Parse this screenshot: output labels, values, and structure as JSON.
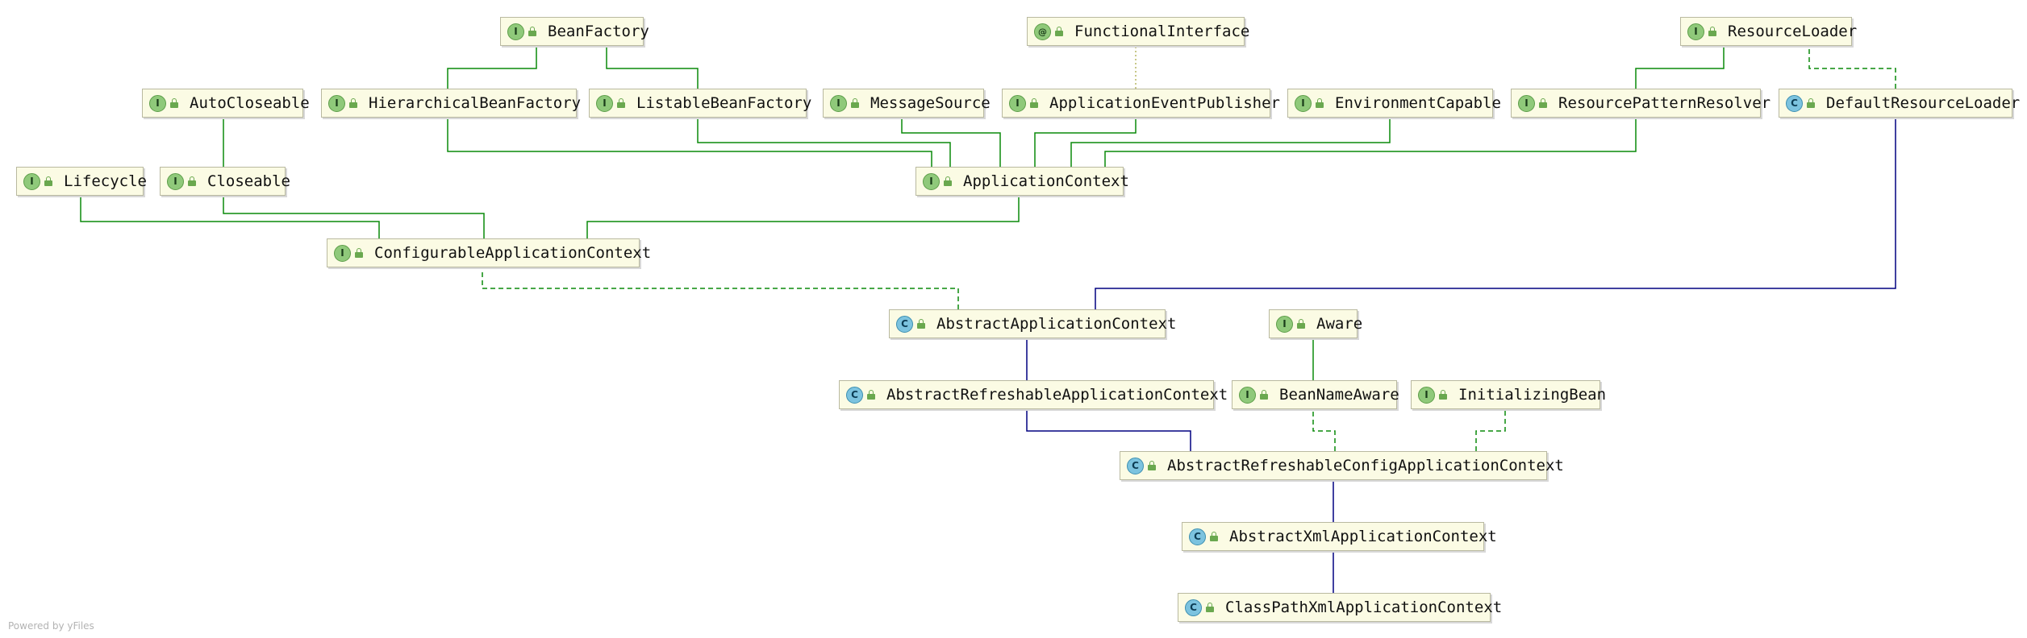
{
  "colors": {
    "inheritance": "#0a8a0a",
    "class_extension": "#000080",
    "annotation_link": "#b5b560",
    "node_fill": "#fbfbe4"
  },
  "nodes": [
    {
      "id": "BeanFactory",
      "label": "BeanFactory",
      "kind": "interface"
    },
    {
      "id": "FunctionalInterface",
      "label": "FunctionalInterface",
      "kind": "annotation"
    },
    {
      "id": "ResourceLoader",
      "label": "ResourceLoader",
      "kind": "interface"
    },
    {
      "id": "AutoCloseable",
      "label": "AutoCloseable",
      "kind": "interface"
    },
    {
      "id": "HierarchicalBeanFactory",
      "label": "HierarchicalBeanFactory",
      "kind": "interface"
    },
    {
      "id": "ListableBeanFactory",
      "label": "ListableBeanFactory",
      "kind": "interface"
    },
    {
      "id": "MessageSource",
      "label": "MessageSource",
      "kind": "interface"
    },
    {
      "id": "ApplicationEventPublisher",
      "label": "ApplicationEventPublisher",
      "kind": "interface"
    },
    {
      "id": "EnvironmentCapable",
      "label": "EnvironmentCapable",
      "kind": "interface"
    },
    {
      "id": "ResourcePatternResolver",
      "label": "ResourcePatternResolver",
      "kind": "interface"
    },
    {
      "id": "DefaultResourceLoader",
      "label": "DefaultResourceLoader",
      "kind": "class"
    },
    {
      "id": "Lifecycle",
      "label": "Lifecycle",
      "kind": "interface"
    },
    {
      "id": "Closeable",
      "label": "Closeable",
      "kind": "interface"
    },
    {
      "id": "ApplicationContext",
      "label": "ApplicationContext",
      "kind": "interface"
    },
    {
      "id": "ConfigurableApplicationContext",
      "label": "ConfigurableApplicationContext",
      "kind": "interface"
    },
    {
      "id": "AbstractApplicationContext",
      "label": "AbstractApplicationContext",
      "kind": "class"
    },
    {
      "id": "Aware",
      "label": "Aware",
      "kind": "interface"
    },
    {
      "id": "AbstractRefreshableApplicationContext",
      "label": "AbstractRefreshableApplicationContext",
      "kind": "class"
    },
    {
      "id": "BeanNameAware",
      "label": "BeanNameAware",
      "kind": "interface"
    },
    {
      "id": "InitializingBean",
      "label": "InitializingBean",
      "kind": "interface"
    },
    {
      "id": "AbstractRefreshableConfigApplicationContext",
      "label": "AbstractRefreshableConfigApplicationContext",
      "kind": "class"
    },
    {
      "id": "AbstractXmlApplicationContext",
      "label": "AbstractXmlApplicationContext",
      "kind": "class"
    },
    {
      "id": "ClassPathXmlApplicationContext",
      "label": "ClassPathXmlApplicationContext",
      "kind": "class"
    }
  ],
  "edges": [
    {
      "from": "HierarchicalBeanFactory",
      "to": "BeanFactory",
      "type": "extends-interface"
    },
    {
      "from": "ListableBeanFactory",
      "to": "BeanFactory",
      "type": "extends-interface"
    },
    {
      "from": "ResourcePatternResolver",
      "to": "ResourceLoader",
      "type": "extends-interface"
    },
    {
      "from": "DefaultResourceLoader",
      "to": "ResourceLoader",
      "type": "implements"
    },
    {
      "from": "ApplicationEventPublisher",
      "to": "FunctionalInterface",
      "type": "annotated"
    },
    {
      "from": "Closeable",
      "to": "AutoCloseable",
      "type": "extends-interface"
    },
    {
      "from": "ApplicationContext",
      "to": "HierarchicalBeanFactory",
      "type": "extends-interface"
    },
    {
      "from": "ApplicationContext",
      "to": "ListableBeanFactory",
      "type": "extends-interface"
    },
    {
      "from": "ApplicationContext",
      "to": "MessageSource",
      "type": "extends-interface"
    },
    {
      "from": "ApplicationContext",
      "to": "ApplicationEventPublisher",
      "type": "extends-interface"
    },
    {
      "from": "ApplicationContext",
      "to": "EnvironmentCapable",
      "type": "extends-interface"
    },
    {
      "from": "ApplicationContext",
      "to": "ResourcePatternResolver",
      "type": "extends-interface"
    },
    {
      "from": "ConfigurableApplicationContext",
      "to": "Lifecycle",
      "type": "extends-interface"
    },
    {
      "from": "ConfigurableApplicationContext",
      "to": "Closeable",
      "type": "extends-interface"
    },
    {
      "from": "ConfigurableApplicationContext",
      "to": "ApplicationContext",
      "type": "extends-interface"
    },
    {
      "from": "AbstractApplicationContext",
      "to": "ConfigurableApplicationContext",
      "type": "implements"
    },
    {
      "from": "AbstractApplicationContext",
      "to": "DefaultResourceLoader",
      "type": "extends-class"
    },
    {
      "from": "AbstractRefreshableApplicationContext",
      "to": "AbstractApplicationContext",
      "type": "extends-class"
    },
    {
      "from": "BeanNameAware",
      "to": "Aware",
      "type": "extends-interface"
    },
    {
      "from": "AbstractRefreshableConfigApplicationContext",
      "to": "AbstractRefreshableApplicationContext",
      "type": "extends-class"
    },
    {
      "from": "AbstractRefreshableConfigApplicationContext",
      "to": "BeanNameAware",
      "type": "implements"
    },
    {
      "from": "AbstractRefreshableConfigApplicationContext",
      "to": "InitializingBean",
      "type": "implements"
    },
    {
      "from": "AbstractXmlApplicationContext",
      "to": "AbstractRefreshableConfigApplicationContext",
      "type": "extends-class"
    },
    {
      "from": "ClassPathXmlApplicationContext",
      "to": "AbstractXmlApplicationContext",
      "type": "extends-class"
    }
  ],
  "footer": "Powered by yFiles"
}
